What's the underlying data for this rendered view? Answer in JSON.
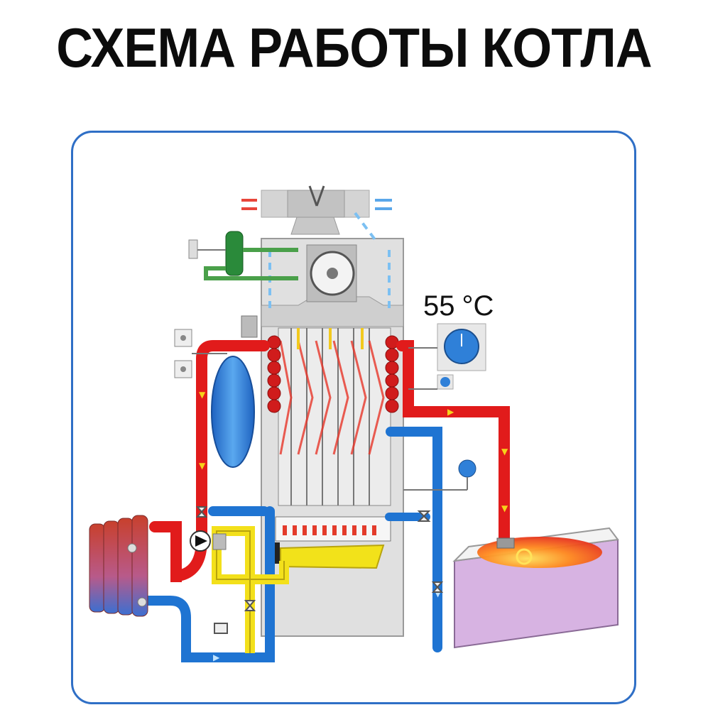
{
  "title": "СХЕМА РАБОТЫ КОТЛА",
  "thermostat": {
    "value": "55",
    "unit": "°C"
  },
  "colors": {
    "frame": "#2f6fc6",
    "hot_pipe": "#e11b1b",
    "cold_pipe": "#1f74d2",
    "gas_pipe": "#f3e01b",
    "casing": "#dcdcdc",
    "radiator": "#c0393b",
    "bathtub": "#d9b6e3",
    "expansion_tank": "#2d7ed6"
  },
  "icons": {
    "flue": "flue-vent-icon",
    "fan": "fan-icon",
    "burner": "burner-icon",
    "pump": "pump-icon",
    "radiator": "radiator-icon",
    "bathtub": "bathtub-icon",
    "thermostat": "thermostat-dial-icon"
  }
}
